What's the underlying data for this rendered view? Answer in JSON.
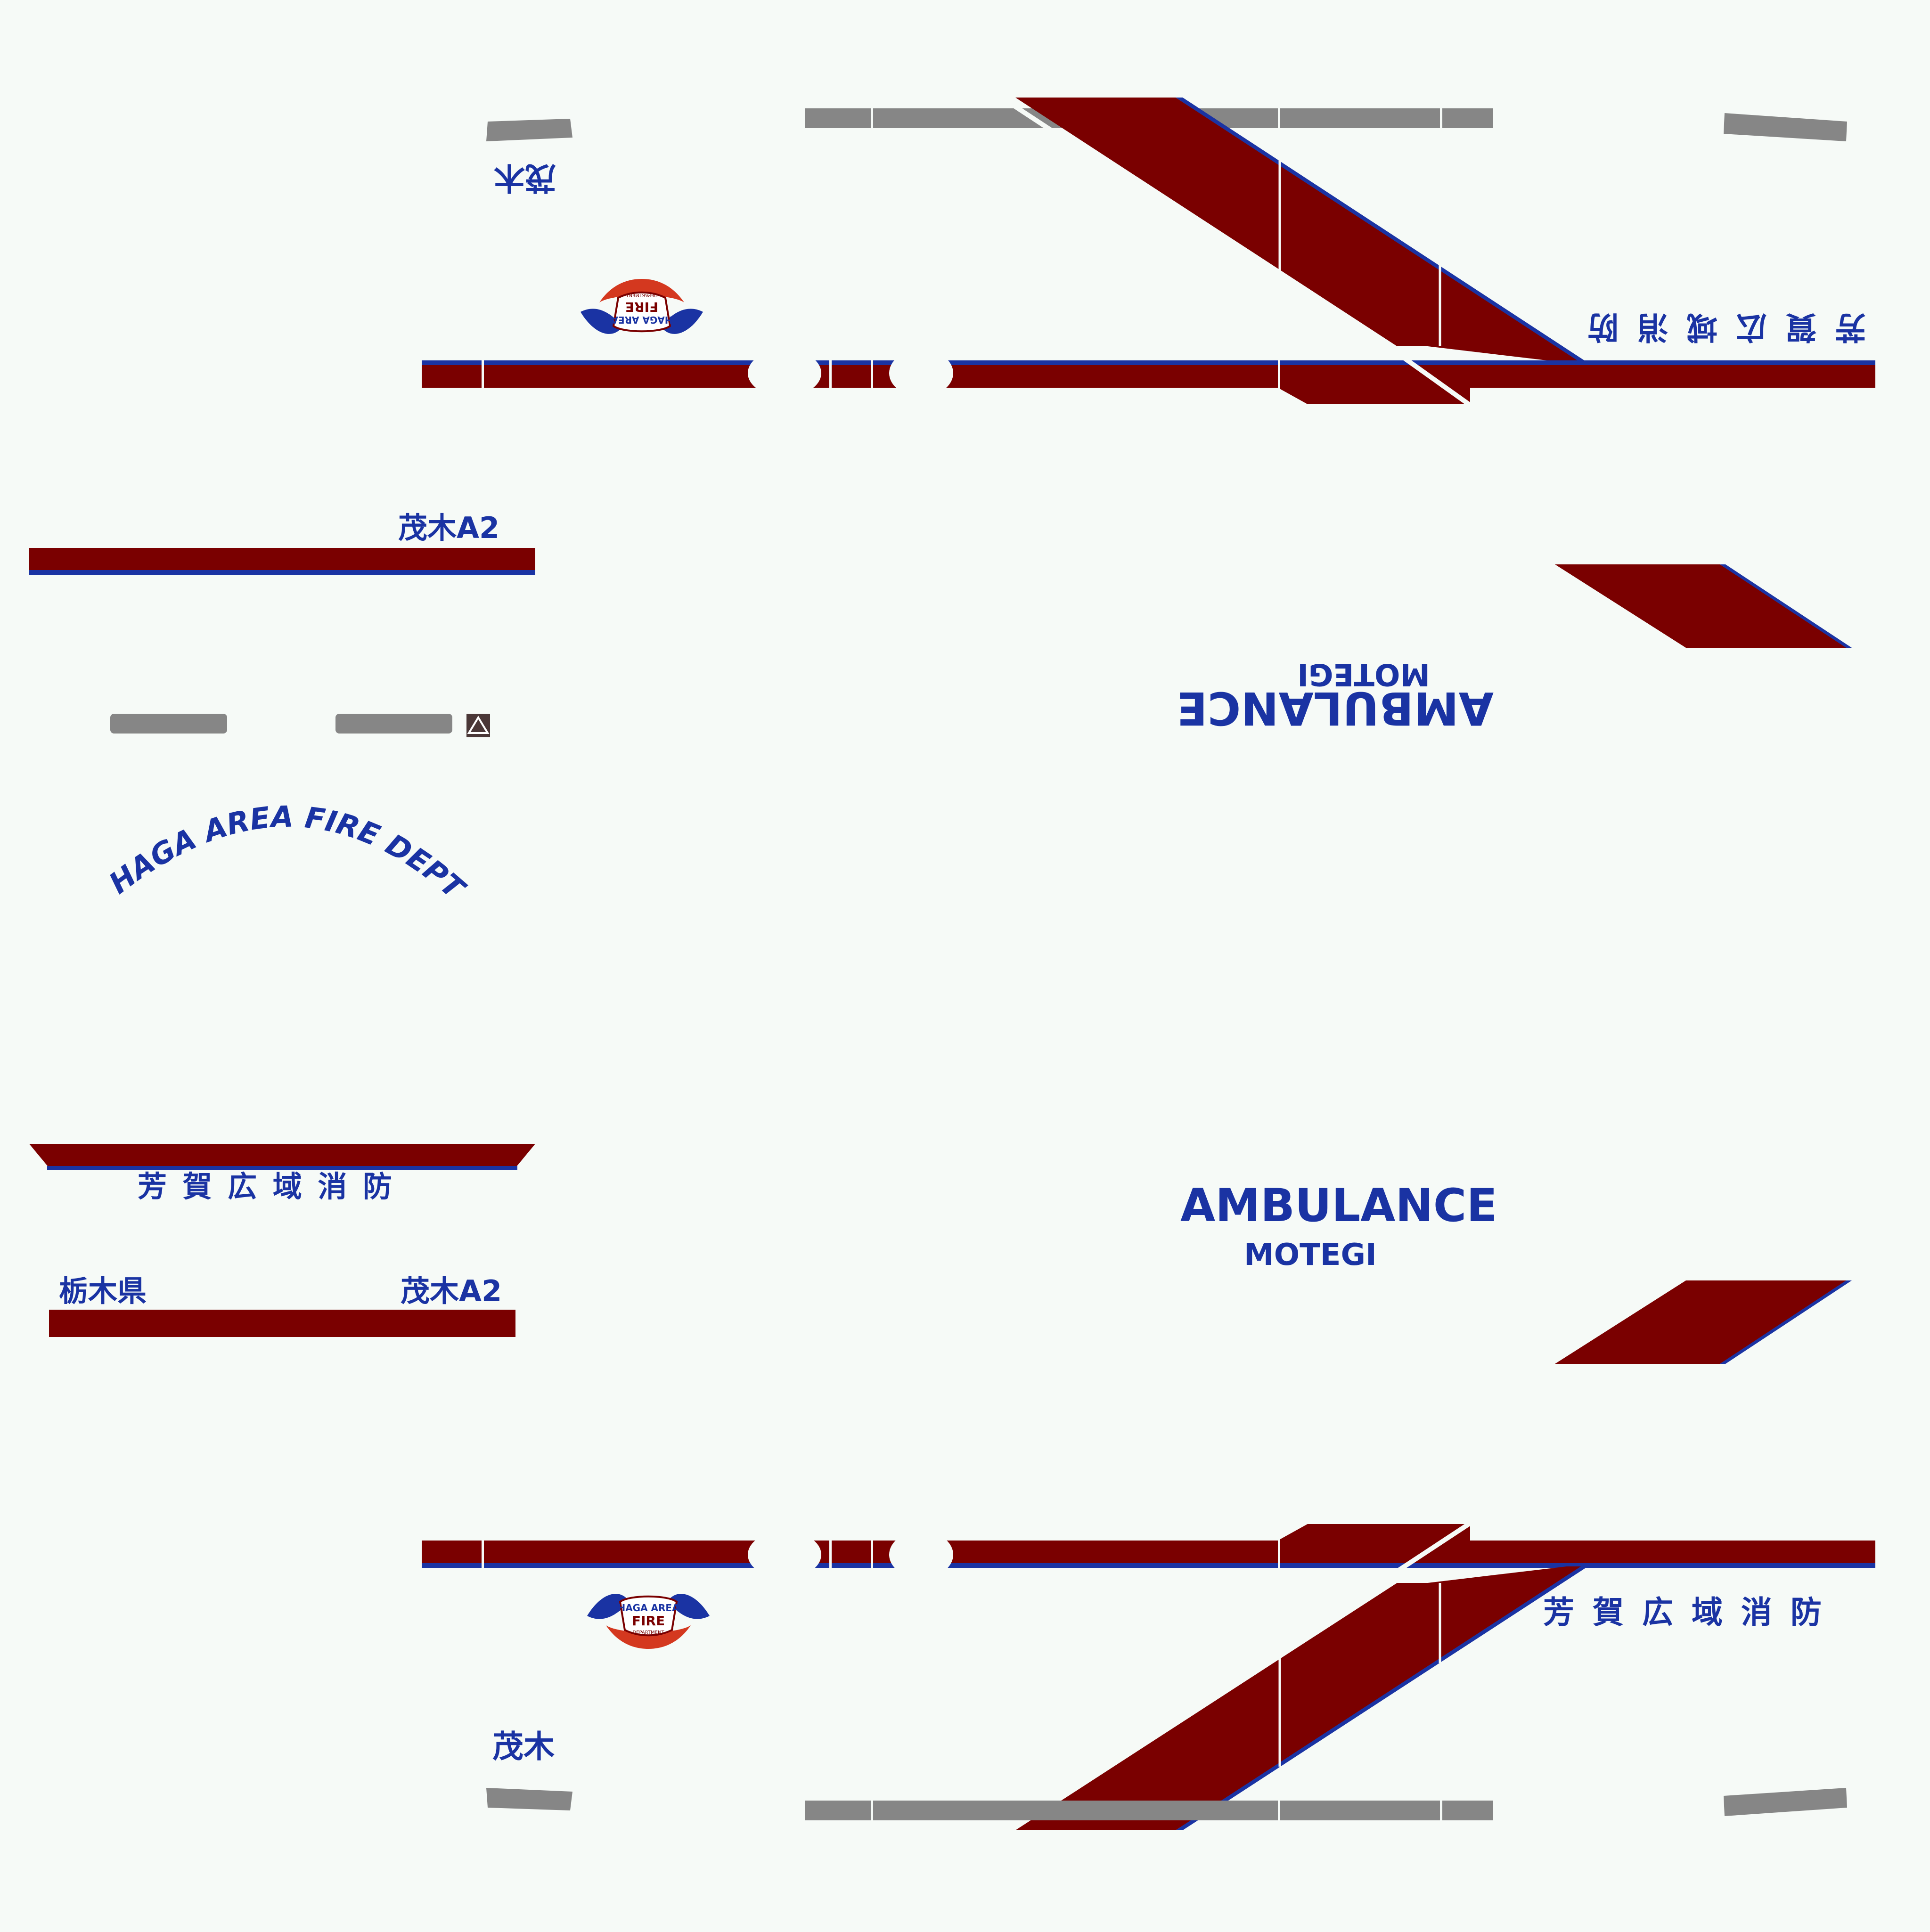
{
  "colors": {
    "background": "#f6faf7",
    "maroon": "#7a0000",
    "blue": "#1a33a3",
    "gray": "#868686",
    "logo_red": "#d4381f"
  },
  "texts": {
    "dept_jp": "芳 賀 広 域 消 防",
    "motegi_jp": "茂木",
    "unit_id": "茂木A2",
    "prefecture": "栃木県",
    "ambulance": "AMBULANCE",
    "motegi": "MOTEGI",
    "dept_arc": "HAGA AREA FIRE DEPT."
  },
  "logo": {
    "top_line": "HAGA AREA",
    "middle_line": "FIRE",
    "bottom_line": "DEPARTMENT"
  },
  "icons": [
    "fire-dept-emblem-icon",
    "warning-triangle-icon"
  ]
}
